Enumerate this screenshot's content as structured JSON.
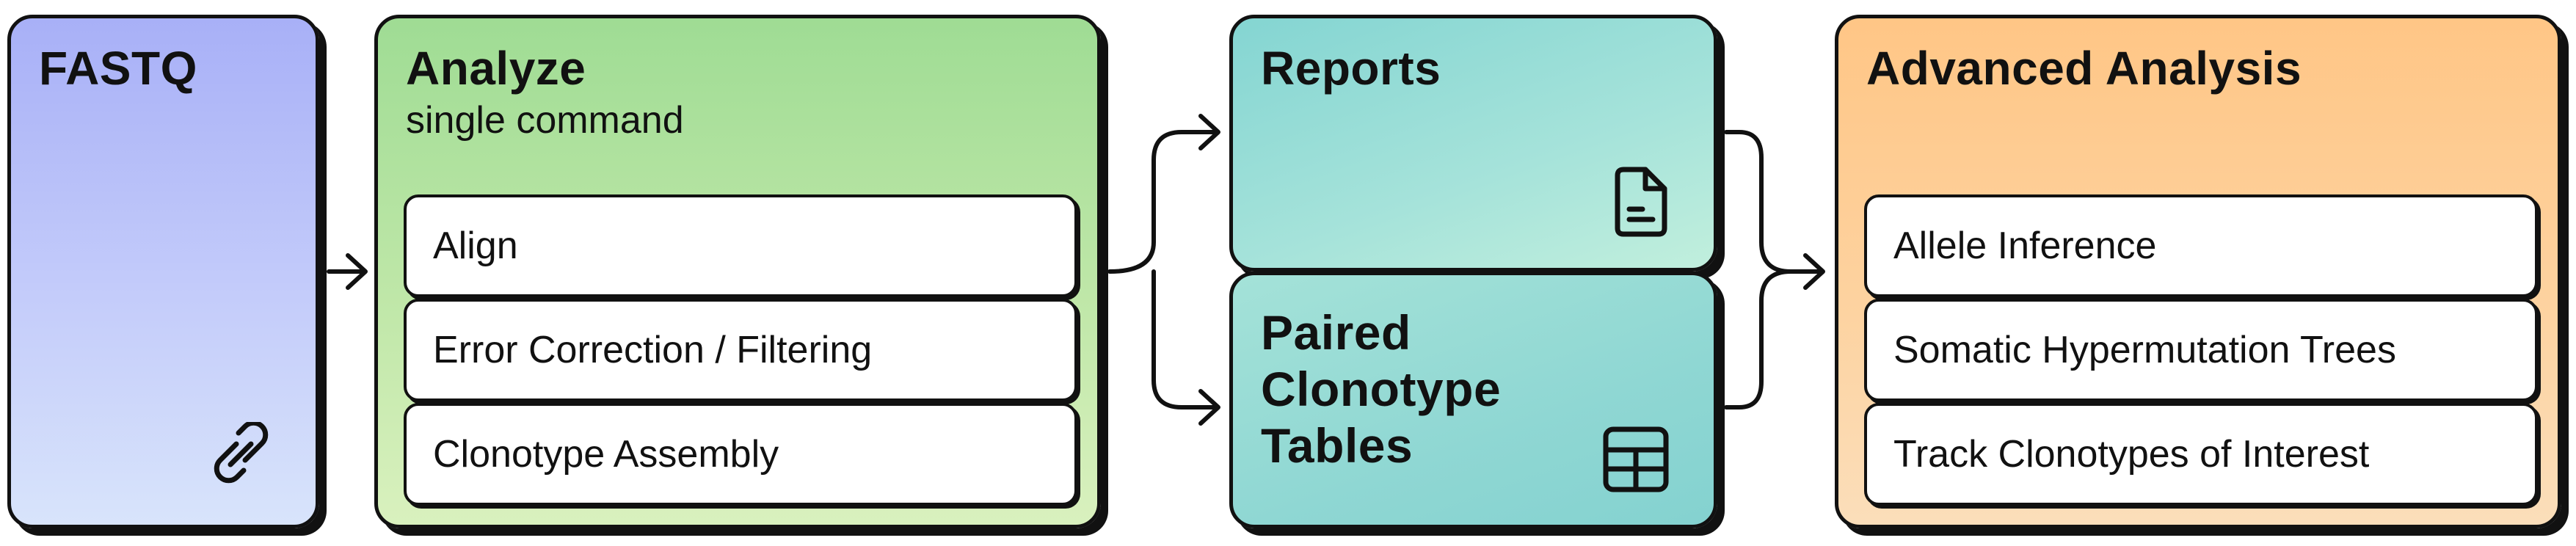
{
  "fastq": {
    "title": "FASTQ",
    "icon": "link-icon"
  },
  "analyze": {
    "title": "Analyze",
    "subtitle": "single command",
    "steps": [
      "Align",
      "Error Correction / Filtering",
      "Clonotype Assembly"
    ]
  },
  "reports": {
    "title": "Reports",
    "icon": "document-icon"
  },
  "paired": {
    "title": "Paired\nClonotype\nTables",
    "icon": "table-icon"
  },
  "advanced": {
    "title": "Advanced Analysis",
    "steps": [
      "Allele Inference",
      "Somatic Hypermutation Trees",
      "Track Clonotypes of Interest"
    ]
  },
  "colors": {
    "fastq": "#b3bcf8",
    "analyze": "#b5e3a1",
    "reports": "#a2e2d8",
    "paired": "#8fd7d3",
    "advanced": "#fdd09b",
    "outline": "#111111"
  }
}
